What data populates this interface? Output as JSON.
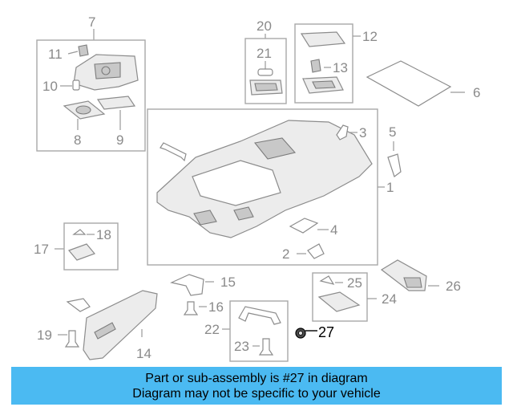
{
  "callouts": {
    "c1": "1",
    "c2": "2",
    "c3": "3",
    "c4": "4",
    "c5": "5",
    "c6": "6",
    "c7": "7",
    "c8": "8",
    "c9": "9",
    "c10": "10",
    "c11": "11",
    "c12": "12",
    "c13": "13",
    "c14": "14",
    "c15": "15",
    "c16": "16",
    "c17": "17",
    "c18": "18",
    "c19": "19",
    "c20": "20",
    "c21": "21",
    "c22": "22",
    "c23": "23",
    "c24": "24",
    "c25": "25",
    "c26": "26",
    "c27": "27"
  },
  "highlighted_part": "27",
  "colors": {
    "banner": "#4bbaf2",
    "label": "#8a8a8a",
    "highlight": "#000000"
  },
  "banner": {
    "line1": "Part or sub-assembly is #27 in diagram",
    "line2": "Diagram may not be specific to your vehicle"
  }
}
